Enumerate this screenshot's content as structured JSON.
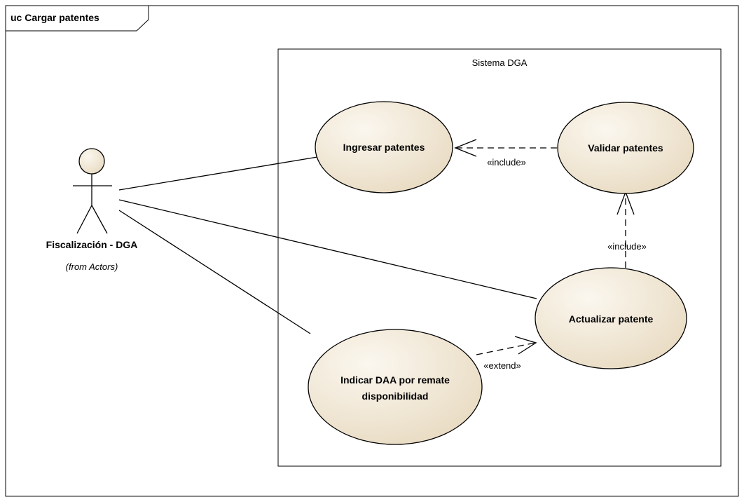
{
  "frame": {
    "title": "uc Cargar patentes"
  },
  "system": {
    "title": "Sistema DGA"
  },
  "actor": {
    "name": "Fiscalización - DGA",
    "origin": "(from Actors)"
  },
  "use_cases": {
    "ingresar": "Ingresar patentes",
    "validar": "Validar patentes",
    "actualizar": "Actualizar patente",
    "indicar_line1": "Indicar DAA por remate",
    "indicar_line2": "disponibilidad"
  },
  "relations": {
    "include_1": "«include»",
    "include_2": "«include»",
    "extend_1": "«extend»"
  },
  "colors": {
    "use_case_fill": "#f0e8d8",
    "actor_fill": "#f0e8d8",
    "stroke": "#000000",
    "frame_tab_fill": "#ffffff"
  }
}
